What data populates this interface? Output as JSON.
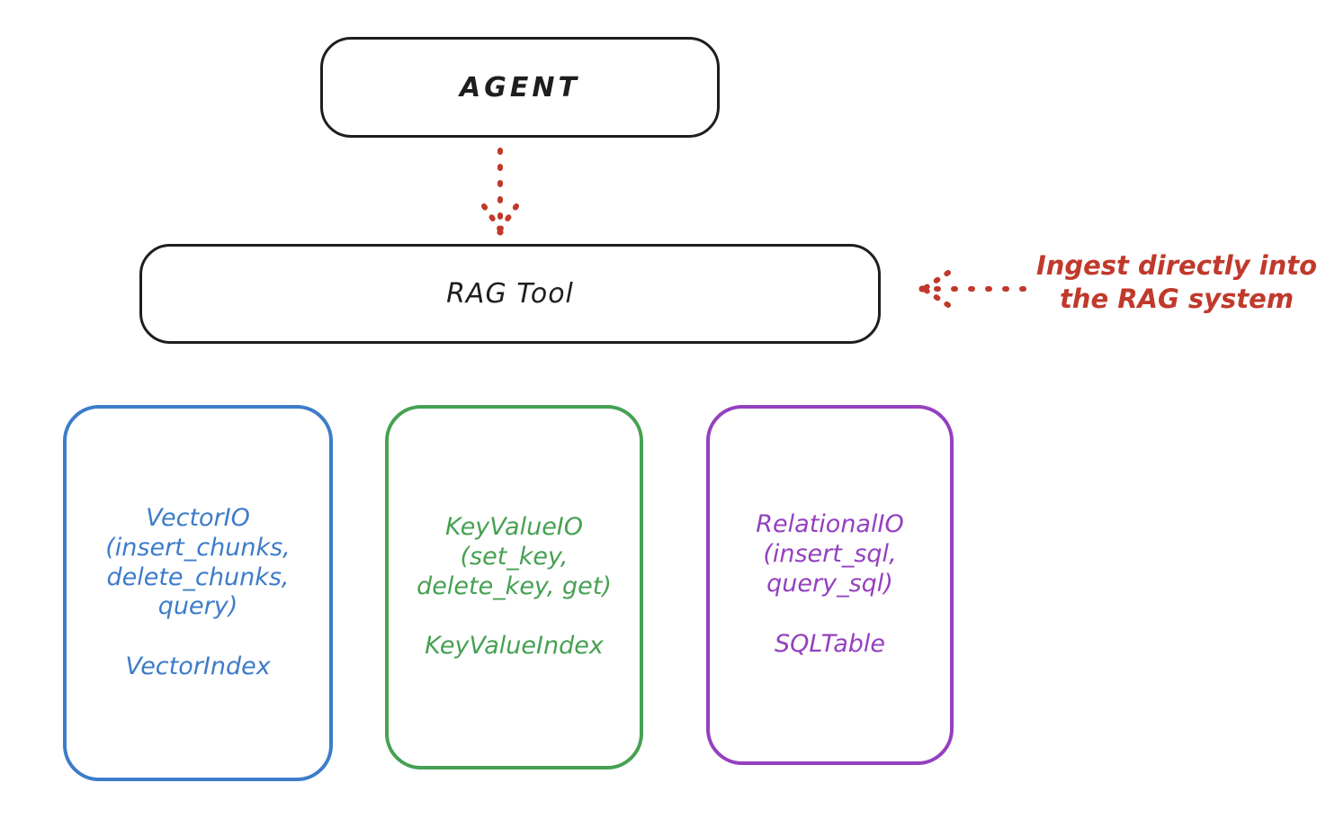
{
  "diagram": {
    "title_nodes": {
      "agent": "AGENT",
      "rag_tool": "RAG Tool"
    },
    "annotation": {
      "text": "Ingest directly into\nthe RAG system",
      "color": "#c0392b",
      "arrow_direction": "left",
      "arrow_style": "dotted"
    },
    "connectors": [
      {
        "name": "agent-to-rag-tool",
        "from": "AGENT",
        "to": "RAG Tool",
        "style": "dotted",
        "direction": "down",
        "color": "#c0392b"
      },
      {
        "name": "ingest-annotation-arrow",
        "from": "Ingest directly into the RAG system",
        "to": "RAG Tool",
        "style": "dotted",
        "direction": "left",
        "color": "#c0392b"
      }
    ],
    "providers": [
      {
        "id": "vectorio",
        "api": "VectorIO\n(insert_chunks,\ndelete_chunks,\nquery)",
        "index": "VectorIndex",
        "color": "#3d7cc9"
      },
      {
        "id": "keyvalueio",
        "api": "KeyValueIO\n(set_key,\ndelete_key, get)",
        "index": "KeyValueIndex",
        "color": "#46a152"
      },
      {
        "id": "relationalio",
        "api": "RelationalIO\n(insert_sql,\nquery_sql)",
        "index": "SQLTable",
        "color": "#9440bf"
      }
    ],
    "colors": {
      "stroke_black": "#1e1e1e",
      "background": "#ffffff",
      "blue": "#3d7cc9",
      "green": "#46a152",
      "purple": "#9440bf",
      "red": "#c0392b"
    }
  }
}
